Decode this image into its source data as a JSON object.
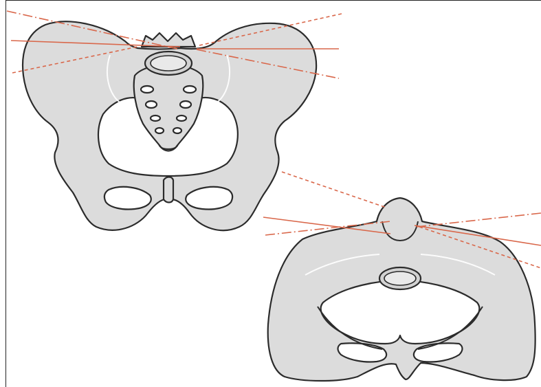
{
  "colors": {
    "bone_fill": "#dcdcdc",
    "outline": "#2b2b2b",
    "guide_line": "#d9674a",
    "background": "#ffffff"
  },
  "views": [
    {
      "name": "pelvis-anterior-view",
      "guides": [
        "solid-horizontal",
        "dash-dot-oblique",
        "dashed-oblique"
      ]
    },
    {
      "name": "pelvis-inlet-view",
      "guides": [
        "solid-oblique",
        "dash-dot-oblique",
        "dashed-oblique"
      ]
    }
  ]
}
